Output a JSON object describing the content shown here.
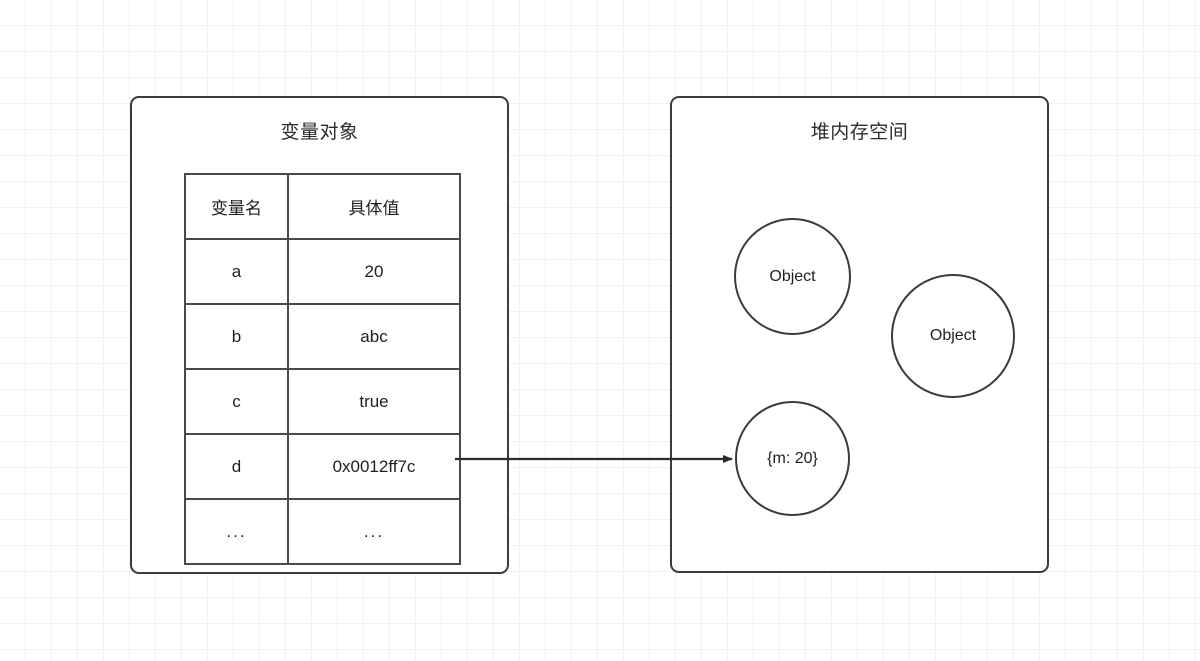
{
  "diagram": {
    "title_left": "变量对象",
    "title_right": "堆内存空间",
    "background": "#ffffff",
    "grid_color": "#f1f1f1",
    "stroke_color": "#3b3b3b"
  },
  "variable_table": {
    "headers": [
      "变量名",
      "具体值"
    ],
    "rows": [
      {
        "name": "a",
        "value": "20"
      },
      {
        "name": "b",
        "value": "abc"
      },
      {
        "name": "c",
        "value": "true"
      },
      {
        "name": "d",
        "value": "0x0012ff7c"
      },
      {
        "name": "...",
        "value": "..."
      }
    ]
  },
  "heap": {
    "objects": [
      {
        "label": "Object"
      },
      {
        "label": "Object"
      },
      {
        "label": "{m: 20}"
      }
    ]
  },
  "arrow": {
    "from": "0x0012ff7c",
    "to": "{m: 20}"
  }
}
